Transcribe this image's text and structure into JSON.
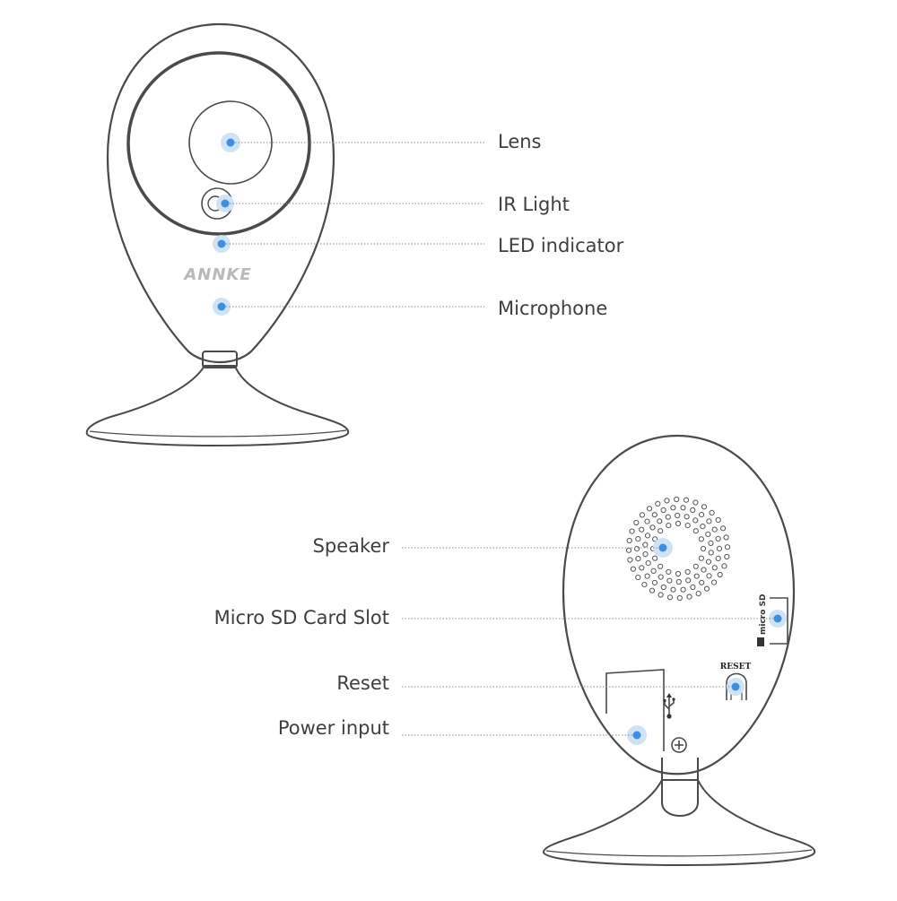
{
  "brand": {
    "logo_text": "ANNKE"
  },
  "front_labels": {
    "lens": "Lens",
    "ir_light": "IR Light",
    "led_indicator": "LED indicator",
    "microphone": "Microphone"
  },
  "back_labels": {
    "speaker": "Speaker",
    "micro_sd_slot": "Micro SD Card Slot",
    "reset": "Reset",
    "power_input": "Power input"
  },
  "device_markings": {
    "reset_text": "RESET",
    "micro_sd_text": "micro SD"
  },
  "icons": [
    "usb-icon",
    "screw-icon",
    "sd-card-icon"
  ],
  "colors": {
    "callout_dot": "#3d8ee0",
    "callout_halo": "#cfe3f7",
    "outline": "#4a4a4a",
    "text": "#3e3e3e"
  }
}
